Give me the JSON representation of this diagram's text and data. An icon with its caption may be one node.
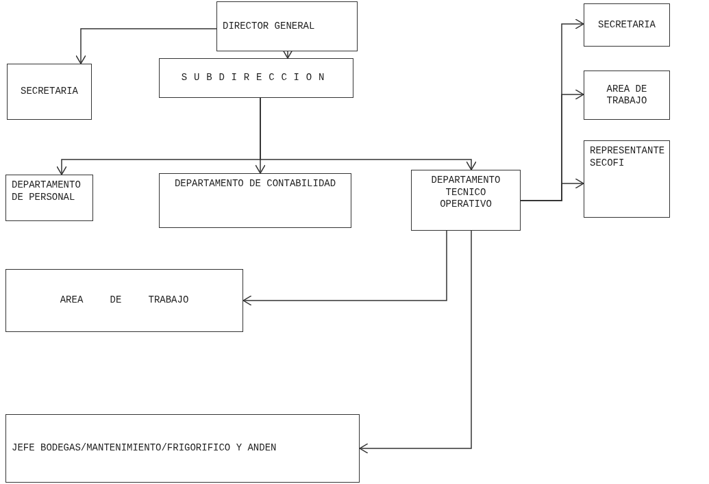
{
  "diagram": {
    "nodes": [
      {
        "text": [
          "DIRECTOR GENERAL"
        ]
      },
      {
        "text": [
          "SECRETARIA"
        ]
      },
      {
        "text": [
          "SUBDIRECCION"
        ]
      },
      {
        "text": [
          "DEPARTAMENTO DE PERSONAL"
        ]
      },
      {
        "text": [
          "DEPARTAMENTO DE CONTABILIDAD"
        ]
      },
      {
        "text": [
          "DEPARTAMENTO TECNICO OPERATIVO"
        ]
      },
      {
        "text": [
          "SECRETARIA"
        ]
      },
      {
        "text": [
          "AREA DE TRABAJO"
        ]
      },
      {
        "text": [
          "REPRESENTANTE SECOFI"
        ]
      },
      {
        "text": [
          "AREA DE TRABAJO"
        ]
      },
      {
        "text": [
          "JEFE BODEGAS/MANTENIMIENTO/FRIGORIFICO Y ANDEN"
        ]
      }
    ],
    "edges": [
      {
        "from": 0,
        "to": 1,
        "arrow": "to"
      },
      {
        "from": 0,
        "to": 2,
        "arrow": "to"
      },
      {
        "from": 2,
        "to": 3,
        "arrow": "to"
      },
      {
        "from": 2,
        "to": 4,
        "arrow": "to"
      },
      {
        "from": 2,
        "to": 5,
        "arrow": "to"
      },
      {
        "from": 5,
        "to": 6,
        "arrow": "to"
      },
      {
        "from": 5,
        "to": 7,
        "arrow": "to"
      },
      {
        "from": 5,
        "to": 8,
        "arrow": "to"
      },
      {
        "from": 5,
        "to": 9,
        "arrow": "to"
      },
      {
        "from": 5,
        "to": 10,
        "arrow": "to"
      }
    ]
  }
}
